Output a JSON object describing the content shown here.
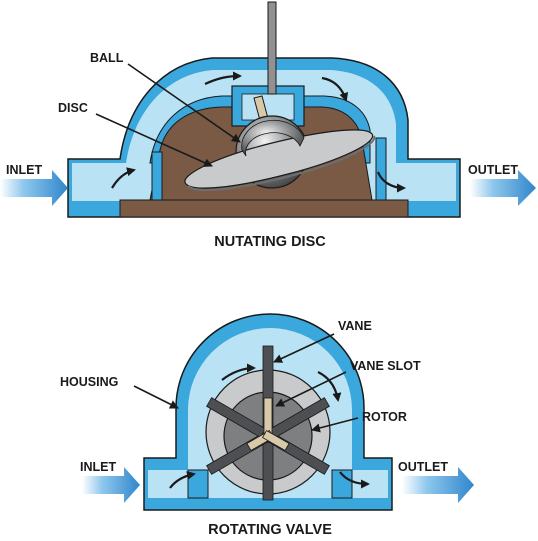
{
  "nutating_disc": {
    "title": "NUTATING DISC",
    "labels": {
      "ball": "BALL",
      "disc": "DISC",
      "inlet": "INLET",
      "outlet": "OUTLET"
    }
  },
  "rotating_valve": {
    "title": "ROTATING VALVE",
    "labels": {
      "vane": "VANE",
      "vane_slot": "VANE SLOT",
      "housing": "HOUSING",
      "rotor": "ROTOR",
      "inlet": "INLET",
      "outlet": "OUTLET"
    }
  },
  "colors": {
    "housing_blue": "#3aa8dd",
    "fluid_light_blue": "#b9e3f5",
    "chamber_brown": "#7a5a44",
    "disc_gray": "#c9cacb",
    "ball_gray": "#8f9193",
    "rotor_gray": "#7d7f81",
    "vane_dark": "#4d4f52",
    "vane_slot_tan": "#d8c9a8",
    "arrow_blue": "#2f86cc",
    "outline": "#1a1a1a"
  }
}
